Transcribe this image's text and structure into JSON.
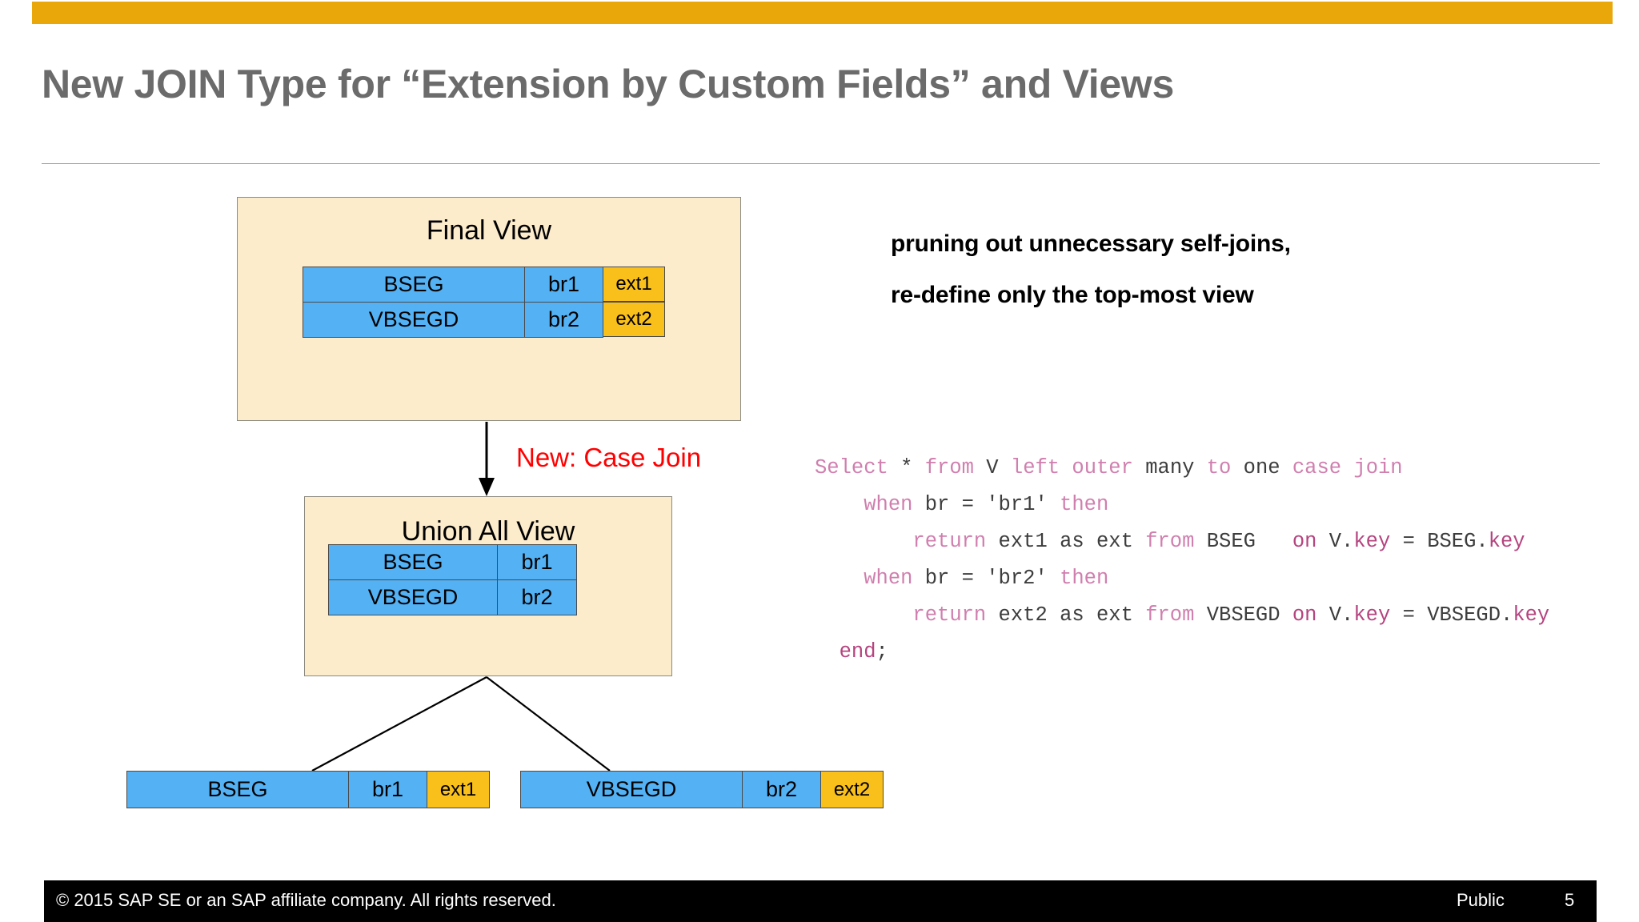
{
  "slide": {
    "title": "New JOIN Type for  “Extension by Custom Fields” and Views",
    "accent_color": "#eaa709",
    "box_fill_color": "#fdeccb",
    "table_blue_color": "#53b1f4",
    "table_orange_color": "#f9bf1b",
    "highlight_red_color": "#ff0000"
  },
  "diagram": {
    "final_view": {
      "caption": "Final View",
      "rows": [
        {
          "name": "BSEG",
          "br": "br1",
          "ext": "ext1"
        },
        {
          "name": "VBSEGD",
          "br": "br2",
          "ext": "ext2"
        }
      ]
    },
    "union_view": {
      "caption": "Union All View",
      "rows": [
        {
          "name": "BSEG",
          "br": "br1"
        },
        {
          "name": "VBSEGD",
          "br": "br2"
        }
      ]
    },
    "leaf_tables": [
      {
        "name": "BSEG",
        "br": "br1",
        "ext": "ext1"
      },
      {
        "name": "VBSEGD",
        "br": "br2",
        "ext": "ext2"
      }
    ],
    "join_label": "New: Case Join"
  },
  "notes": {
    "line1": "pruning out unnecessary self-joins,",
    "line2": "re-define only the top-most view"
  },
  "code": {
    "line1_a": "Select",
    "line1_b": " * ",
    "line1_c": "from",
    "line1_d": " V ",
    "line1_e": "left outer",
    "line1_f": " many ",
    "line1_g": "to",
    "line1_h": " one ",
    "line1_i": "case join",
    "line2_a": "    ",
    "line2_b": "when",
    "line2_c": " br = 'br1' ",
    "line2_d": "then",
    "line3_a": "        ",
    "line3_b": "return",
    "line3_c": " ext1 as ext ",
    "line3_d": "from",
    "line3_e": " BSEG   ",
    "line3_f": "on",
    "line3_g": " V.",
    "line3_h": "key",
    "line3_i": " = BSEG.",
    "line3_j": "key",
    "line4_a": "    ",
    "line4_b": "when",
    "line4_c": " br = 'br2' ",
    "line4_d": "then",
    "line5_a": "        ",
    "line5_b": "return",
    "line5_c": " ext2 as ext ",
    "line5_d": "from",
    "line5_e": " VBSEGD ",
    "line5_f": "on",
    "line5_g": " V.",
    "line5_h": "key",
    "line5_i": " = VBSEGD.",
    "line5_j": "key",
    "line6_a": "  ",
    "line6_b": "end",
    "line6_c": ";"
  },
  "footer": {
    "copyright": "© 2015 SAP SE or an SAP affiliate company. All rights reserved.",
    "classification": "Public",
    "page_number": "5"
  }
}
